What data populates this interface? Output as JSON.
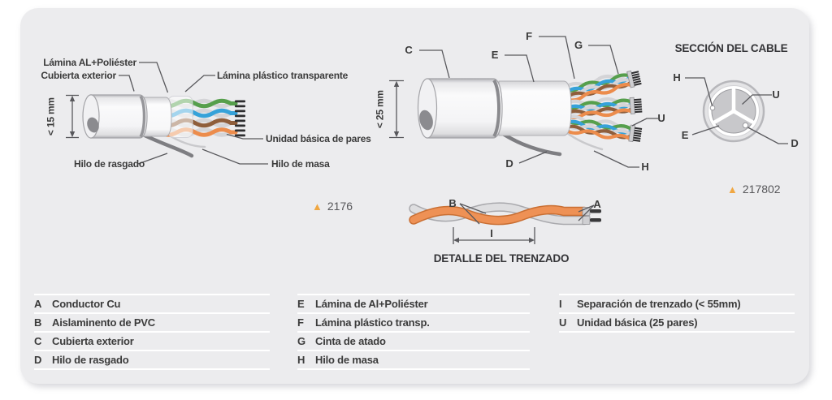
{
  "colors": {
    "panel_bg": "#ececee",
    "text": "#3b3b3b",
    "triangle_accent": "#f0a742",
    "wire_green": "#569f4c",
    "wire_blue": "#36a2d9",
    "wire_brown": "#8f5e3b",
    "wire_orange": "#ec8c4c",
    "wire_gray": "#d4d4d7"
  },
  "diagram_left": {
    "labels": {
      "lamina_al": "Lámina AL+Poliéster",
      "cubierta_exterior": "Cubierta exterior",
      "lamina_plastico": "Lámina plástico transparente",
      "dimension": "< 15 mm",
      "hilo_rasgado": "Hilo de rasgado",
      "unidad_basica": "Unidad básica de pares",
      "hilo_masa": "Hilo de masa"
    },
    "ref_marker": {
      "icon": "triangle-up-icon",
      "number": "2176"
    }
  },
  "diagram_center": {
    "dimension": "< 25 mm",
    "callouts": {
      "c": "C",
      "e": "E",
      "f": "F",
      "g": "G",
      "u": "U",
      "d": "D",
      "h": "H"
    }
  },
  "section_view": {
    "title": "SECCIÓN DEL CABLE",
    "callouts": {
      "h": "H",
      "u": "U",
      "e": "E",
      "d": "D"
    },
    "ref_marker": {
      "icon": "triangle-up-icon",
      "number": "217802"
    }
  },
  "twist_detail": {
    "title": "DETALLE DEL TRENZADO",
    "callouts": {
      "a": "A",
      "b": "B",
      "i": "I"
    }
  },
  "legend": {
    "columns": [
      {
        "rows": [
          {
            "key": "A",
            "label": "Conductor Cu"
          },
          {
            "key": "B",
            "label": "Aislaminento de PVC"
          },
          {
            "key": "C",
            "label": "Cubierta exterior"
          },
          {
            "key": "D",
            "label": "Hilo de rasgado"
          }
        ]
      },
      {
        "rows": [
          {
            "key": "E",
            "label": "Lámina de Al+Poliéster"
          },
          {
            "key": "F",
            "label": "Lámina plástico transp."
          },
          {
            "key": "G",
            "label": "Cinta de atado"
          },
          {
            "key": "H",
            "label": "Hilo de masa"
          }
        ]
      },
      {
        "rows": [
          {
            "key": "I",
            "label": "Separación de trenzado (< 55mm)"
          },
          {
            "key": "U",
            "label": "Unidad básica (25 pares)"
          }
        ]
      }
    ]
  }
}
